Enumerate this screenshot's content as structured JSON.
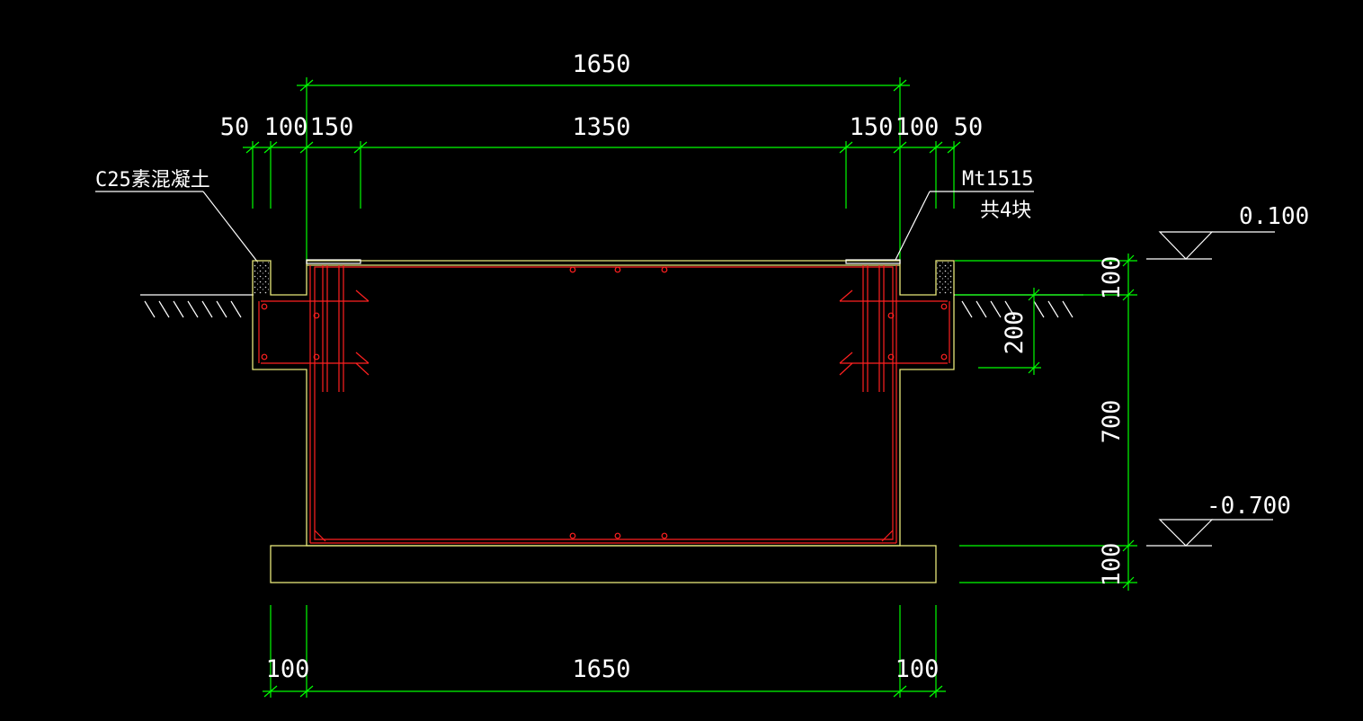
{
  "drawing": {
    "top_overall_dim": "1650",
    "top_segment_dims": [
      "50",
      "100",
      "150",
      "1350",
      "150",
      "100",
      "50"
    ],
    "bottom_segment_dims": [
      "100",
      "1650",
      "100"
    ],
    "right_vertical_dims": [
      "100",
      "700",
      "100"
    ],
    "inner_vertical_dim": "200",
    "elevation_top": "0.100",
    "elevation_bottom": "-0.700",
    "label_left": "C25素混凝土",
    "label_right_line1": "Mt1515",
    "label_right_line2": "共4块"
  },
  "colors": {
    "background": "#000000",
    "dimension": "#00ff00",
    "outline": "#e8e87a",
    "rebar": "#ff2020",
    "text": "#ffffff"
  }
}
